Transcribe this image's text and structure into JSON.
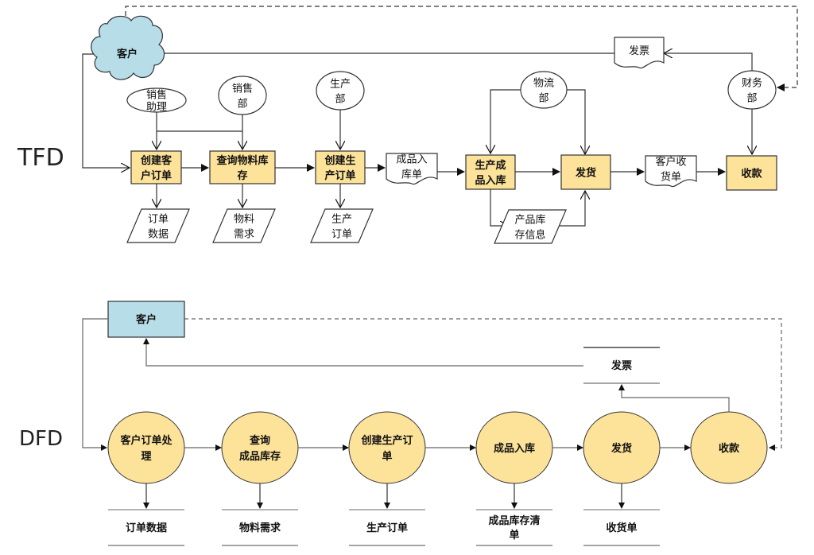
{
  "labels": {
    "tfd": "TFD",
    "dfd": "DFD"
  },
  "colors": {
    "process_fill": "#fde299",
    "entity_fill": "#b6dde8",
    "line": "#333333",
    "dfd_line": "#666666"
  },
  "tfd": {
    "customer": "客户",
    "departments": [
      {
        "id": "sales-assistant",
        "lines": [
          "销售",
          "助理"
        ]
      },
      {
        "id": "sales-dept",
        "lines": [
          "销售",
          "部"
        ]
      },
      {
        "id": "production-dept",
        "lines": [
          "生产",
          "部"
        ]
      },
      {
        "id": "logistics-dept",
        "lines": [
          "物流",
          "部"
        ]
      },
      {
        "id": "finance-dept",
        "lines": [
          "财务",
          "部"
        ]
      }
    ],
    "processes": [
      {
        "id": "create-customer-order",
        "lines": [
          "创建客",
          "户订单"
        ]
      },
      {
        "id": "query-material-stock",
        "lines": [
          "查询物料库",
          "存"
        ]
      },
      {
        "id": "create-production-order",
        "lines": [
          "创建生",
          "产订单"
        ]
      },
      {
        "id": "finished-goods-storage",
        "lines": [
          "生产成",
          "品入库"
        ]
      },
      {
        "id": "shipping",
        "lines": [
          "发货"
        ]
      },
      {
        "id": "payment",
        "lines": [
          "收款"
        ]
      }
    ],
    "documents": [
      {
        "id": "finished-goods-slip",
        "lines": [
          "成品入",
          "库单"
        ]
      },
      {
        "id": "customer-receipt",
        "lines": [
          "客户收",
          "货单"
        ]
      },
      {
        "id": "invoice",
        "lines": [
          "发票"
        ]
      }
    ],
    "data": [
      {
        "id": "order-data",
        "lines": [
          "订单",
          "数据"
        ]
      },
      {
        "id": "material-demand",
        "lines": [
          "物料",
          "需求"
        ]
      },
      {
        "id": "production-order",
        "lines": [
          "生产",
          "订单"
        ]
      },
      {
        "id": "product-stock-info",
        "lines": [
          "产品库",
          "存信息"
        ]
      }
    ]
  },
  "dfd": {
    "customer": "客户",
    "processes": [
      {
        "id": "customer-order-processing",
        "lines": [
          "客户订单处",
          "理"
        ]
      },
      {
        "id": "query-finished-stock",
        "lines": [
          "查询",
          "成品库存"
        ]
      },
      {
        "id": "create-production-order",
        "lines": [
          "创建生产订",
          "单"
        ]
      },
      {
        "id": "finished-goods-storage",
        "lines": [
          "成品入库"
        ]
      },
      {
        "id": "shipping",
        "lines": [
          "发货"
        ]
      },
      {
        "id": "payment",
        "lines": [
          "收款"
        ]
      }
    ],
    "stores": [
      {
        "id": "order-data",
        "lines": [
          "订单数据"
        ]
      },
      {
        "id": "material-demand",
        "lines": [
          "物料需求"
        ]
      },
      {
        "id": "production-order",
        "lines": [
          "生产订单"
        ]
      },
      {
        "id": "finished-stock-list",
        "lines": [
          "成品库存清",
          "单"
        ]
      },
      {
        "id": "receipt",
        "lines": [
          "收货单"
        ]
      },
      {
        "id": "invoice",
        "lines": [
          "发票"
        ]
      }
    ]
  }
}
